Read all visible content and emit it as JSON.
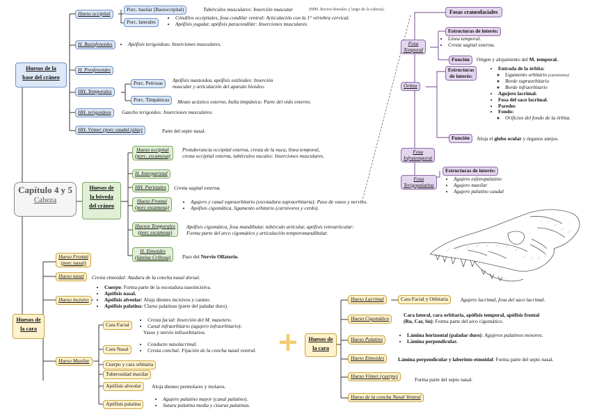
{
  "root": {
    "title": "Capítulo 4 y 5",
    "subtitle": "Cabeza"
  },
  "base": {
    "title_1": "Huesos de la",
    "title_2": "base del cráneo",
    "occ": "Hueso occipital",
    "occ_basilar": "Porc. basilar (Basioccipital)",
    "occ_basilar_desc": "Tubérculos musculares: Inserción muscular",
    "occ_basilar_note": "(MM. Rectos dorsales y largo de la cabeza).",
    "occ_lat": "Porc. laterales",
    "occ_lat_b1": "Cóndilos occipitales, fosa condilar ventral: Articulación con la 1° vértebra cervical.",
    "occ_lat_b2": "Apófisis yugular, apófisis paracondilar: Inserciones musculares.",
    "basi": "H. Basisfenoides",
    "basi_b1": "Apófisis terigoideas: Inserciones musculares.",
    "pre": "H. Presfenoides",
    "temp": "HH. Temporales",
    "temp_petr": "Porc. Petrosas",
    "temp_petr_d1": "Apófisis mastoidea, apófisis estiloides: Inserción",
    "temp_petr_d2": "muscular y articulación del aparato hioideo.",
    "temp_timp": "Porc. Timpánicas",
    "temp_timp_d": "Meato acústico externo, bulla timpánica: Parte del oído externo.",
    "teri": "HH. terigoideos",
    "teri_d": "Gancho terigoideo: Inserciones musculares.",
    "vom": "HH. Vómer (porc caudal (alas)",
    "vom_d": "Parte del septo nasal."
  },
  "boveda": {
    "title_1": "Huesos de",
    "title_2": "la bóveda",
    "title_3": "del cráneo",
    "occ_1": "Hueso occipital",
    "occ_2": "(porc. escamosa)",
    "occ_d1": "Protuberancia occipital externa, cresta de la nuca, línea temporal,",
    "occ_d2": "cresta occipital externa, tubérculos nucales: Inserciones musculares.",
    "inter": "H. Interparietal",
    "par": "HH. Parietales",
    "par_d": "Cresta sagital externa.",
    "fron_1": "Hueso Frontal",
    "fron_2": "(porc escamosa)",
    "fron_b1": "Agujero y canal supraorbitario (escotadura supraorbitaria): Paso de vasos y nervios.",
    "fron_b2": "Apófisis cigomática, ligamento orbitario (carnívoros y cerdo).",
    "tem_1": "Huesos Temporales",
    "tem_2": "(porc escamosa)",
    "tem_d1": "Apófisis cigomática, fosa mandibular, tubérculo articular, apófisis retroarticular:",
    "tem_d2": "Forma parte del arco cigomático y articulación temporomandibular.",
    "etm_1": "H. Etmoides",
    "etm_2": "(lámina Cribosa)",
    "etm_d1": "Paso del",
    "etm_d2": "Nervio Olfatorio."
  },
  "cara": {
    "title_1": "Huesos de",
    "title_2": "la cara",
    "fron_1": "Hueso Frontal",
    "fron_2": "(porc nasal)",
    "nasal": "Hueso nasal",
    "nasal_d": "Cresta etmoidal: Atadura de la concha nasal dorsal.",
    "inc": "Hueso incisivo",
    "inc_b1a": "Cuerpo",
    "inc_b1b": ": Forma parte de la escotadura nasoincisiva.",
    "inc_b2": "Apófisis nasal.",
    "inc_b3a": "Apófisis alveolar",
    "inc_b3b": ": Aloja dientes incisivos y canino.",
    "inc_b4a": "Apófisis palatina",
    "inc_b4b": ": Clarus palatinas (parte del paladar duro).",
    "max": "Hueso Maxilar",
    "cf": "Cara Facial",
    "cf_b1": "Cresta facial: Inserción del M. masetero.",
    "cf_b2": "Canal infraorbitario (agujero infraorbitario):",
    "cf_b2b": "Vasos y nervio infraorbitarios.",
    "cn": "Cara Nasal",
    "cn_b1": "Conducto nasolacrimal.",
    "cn_b2": "Cresta conchal: Fijación de la concha nasal ventral.",
    "cco": "Cuerpo y cara orbitaria",
    "tub": "Tuberosidad maxilar",
    "alv": "Apófisis alveolar",
    "alv_d": "Aloja dientes premolares y molares.",
    "pal": "Apófisis palatina",
    "pal_b1": "Agujero palatino mayor (canal palatino).",
    "pal_b2": "Sutura palatina media y cisuras palatinas."
  },
  "cara2": {
    "title_1": "Huesos de",
    "title_2": "la cara",
    "lac": "Hueso Lacrimal",
    "lac_sub": "Cara Facial y Orbitaria",
    "lac_d": "Agujero lacrimal, fosa del saco lacrimal.",
    "cig": "Hueso Cigomático",
    "cig_d1": "Cara lateral, cara orbitaria, apófisis temporal, apófisis frontal",
    "cig_d2a": "(Ru, Car, Su)",
    "cig_d2b": ": Forma parte del arco cigomático.",
    "palat": "Hueso Palatino",
    "palat_b1a": "Lámina horizontal (paladar duro)",
    "palat_b1b": ": Agujeros palatinos menores.",
    "palat_b2": "Lámina perpendicular.",
    "etm": "Hueso Etmoides",
    "etm_da": "Lámina perpendicular y laberinto etmoidal",
    "etm_db": ": Forma parte del septo nasal.",
    "vom": "Hueso Vómer (cuerpo)",
    "vom_d": "Forma parte del septo nasal.",
    "conc": "Hueso de la concha Nasal Ventral"
  },
  "fosas": {
    "title": "Fosas craneofaciales",
    "temporal_1": "Fosa",
    "temporal_2": "Temporal",
    "t_est": "Estructuras de interés:",
    "t_b1": "Línea temporal.",
    "t_b2": "Cresta sagital externa.",
    "t_fun": "Función",
    "t_fun_a": "Origen y alojamiento del",
    "t_fun_b": "M. temporal.",
    "orb": "Órbita",
    "o_est_1": "Estructuras",
    "o_est_2": "de interés:",
    "o_b1": "Entrada de la órbita:",
    "o_b1a": "Ligamento orbitario",
    "o_b1a_n": "(carnívoros)",
    "o_b1b": "Borde supraorbitario",
    "o_b1c": "Borde infraorbitario",
    "o_b2": "Agujero lacrimal.",
    "o_b3": "Fosa del saco lacrimal.",
    "o_b4": "Paredes",
    "o_b5": "Fondo:",
    "o_b5a": "Orificios del fondo de la órbita.",
    "o_fun": "Función",
    "o_fun_a": "Aloja el",
    "o_fun_b": "globo ocular",
    "o_fun_c": "y órganos anejos.",
    "infra_1": "Fosa",
    "infra_2": "Infratemporal",
    "teri_1": "Fosa",
    "teri_2": "Terigopalatina",
    "p_est": "Estructuras de interés:",
    "p_b1": "Agujero esfenopalatino",
    "p_b2": "Agujero maxilar",
    "p_b3": "Agujero palatino caudal"
  },
  "colors": {
    "blue": "#6c8fc7",
    "green": "#7aa65c",
    "yellow": "#c8a23c",
    "purple": "#8d6aa8",
    "link": "#333333"
  },
  "image": {
    "icon": "canine-skull-drawing-icon"
  }
}
